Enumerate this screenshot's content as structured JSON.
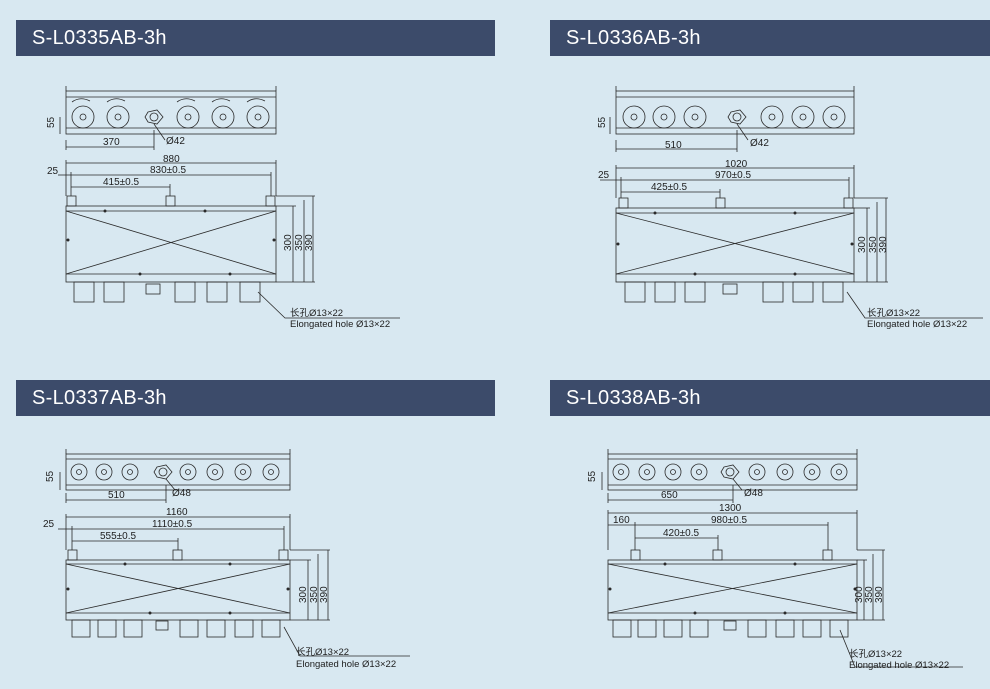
{
  "colors": {
    "background": "#d8e8f1",
    "banner": "#3c4b6a",
    "banner_text": "#ffffff",
    "drawing_line": "#2a2a2a"
  },
  "panels": [
    {
      "model": "S-L0335AB-3h",
      "top_view": {
        "height": "55",
        "offset": "370",
        "port": "Ø42"
      },
      "overall_length": "880",
      "hole_span": "830±0.5",
      "edge_offset": "25",
      "inner_span": "415±0.5",
      "heights": [
        "300",
        "350",
        "390"
      ],
      "hole_note_cn": "长孔Ø13×22",
      "hole_note_en": "Elongated hole Ø13×22"
    },
    {
      "model": "S-L0336AB-3h",
      "top_view": {
        "height": "55",
        "offset": "510",
        "port": "Ø42"
      },
      "overall_length": "1020",
      "hole_span": "970±0.5",
      "edge_offset": "25",
      "inner_span": "425±0.5",
      "heights": [
        "300",
        "350",
        "390"
      ],
      "hole_note_cn": "长孔Ø13×22",
      "hole_note_en": "Elongated hole Ø13×22"
    },
    {
      "model": "S-L0337AB-3h",
      "top_view": {
        "height": "55",
        "offset": "510",
        "port": "Ø48"
      },
      "overall_length": "1160",
      "hole_span": "1110±0.5",
      "edge_offset": "25",
      "inner_span": "555±0.5",
      "heights": [
        "300",
        "350",
        "390"
      ],
      "hole_note_cn": "长孔Ø13×22",
      "hole_note_en": "Elongated hole Ø13×22"
    },
    {
      "model": "S-L0338AB-3h",
      "top_view": {
        "height": "55",
        "offset": "650",
        "port": "Ø48"
      },
      "overall_length": "1300",
      "hole_span": "980±0.5",
      "edge_offset": "160",
      "inner_span": "420±0.5",
      "heights": [
        "300",
        "350",
        "390"
      ],
      "hole_note_cn": "长孔Ø13×22",
      "hole_note_en": "Elongated hole Ø13×22"
    }
  ]
}
